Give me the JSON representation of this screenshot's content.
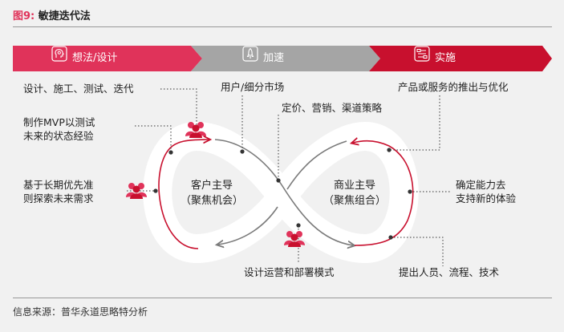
{
  "header": {
    "fig_label": "图9:",
    "title": "敏捷迭代法"
  },
  "stages": [
    {
      "label": "想法/设计",
      "icon": "brain-head-icon",
      "color": "#e0335a"
    },
    {
      "label": "加速",
      "icon": "rocket-icon",
      "color": "#a0a0a0"
    },
    {
      "label": "实施",
      "icon": "process-diagram-icon",
      "color": "#c8102e"
    }
  ],
  "loop": {
    "left_center": "客户主导\n（聚焦机会）",
    "right_center": "商业主导\n（聚焦组合）",
    "colors": {
      "red": "#c8102e",
      "grey": "#7a7a7a",
      "band": "#ffffff"
    }
  },
  "annotations": {
    "design_build_test": "设计、施工、测试、迭代",
    "mvp": "制作MVP以测试\n未来的状态经验",
    "long_term": "基于长期优先准\n则探索未来需求",
    "user_market": "用户/细分市场",
    "pricing": "定价、营销、渠道策略",
    "product_launch": "产品或服务的推出与优化",
    "capabilities": "确定能力去\n支持新的体验",
    "ops_model": "设计运营和部署模式",
    "people_process": "提出人员、流程、技术"
  },
  "footer": {
    "source": "信息来源：普华永道思略特分析"
  }
}
